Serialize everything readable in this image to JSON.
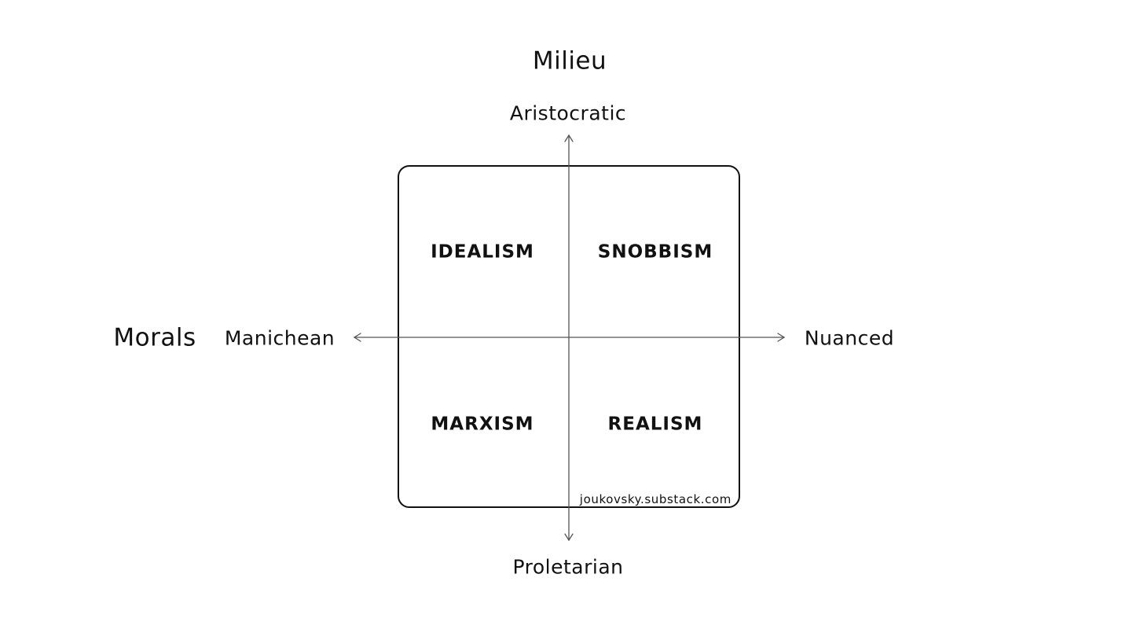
{
  "titles": {
    "vertical_axis": "Milieu",
    "horizontal_axis": "Morals"
  },
  "poles": {
    "top": "Aristocratic",
    "bottom": "Proletarian",
    "left": "Manichean",
    "right": "Nuanced"
  },
  "quadrants": {
    "top_left": "IDEALISM",
    "top_right": "SNOBBISM",
    "bottom_left": "MARXISM",
    "bottom_right": "REALISM"
  },
  "credit": "joukovsky.substack.com",
  "colors": {
    "text": "#111111",
    "axis_line": "#555555",
    "border": "#111111",
    "background": "#ffffff"
  }
}
